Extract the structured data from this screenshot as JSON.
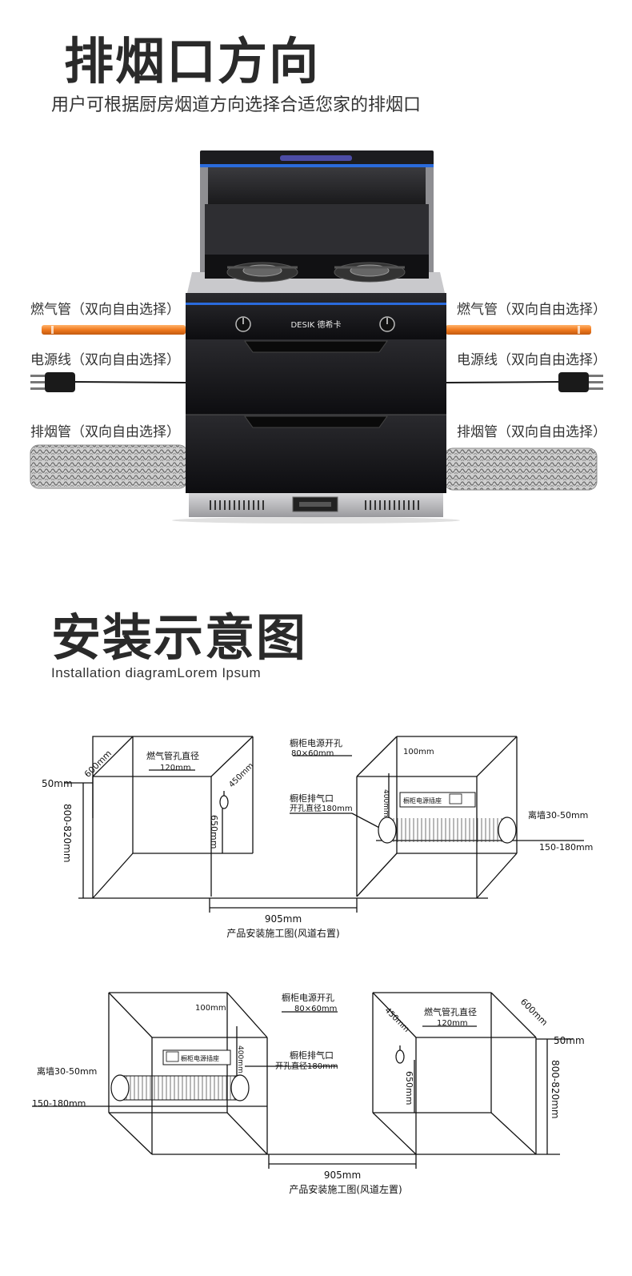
{
  "section1": {
    "title": "排烟口方向",
    "subtitle": "用户可根据厨房烟道方向选择合适您家的排烟口",
    "left_labels": [
      "燃气管（双向自由选择）",
      "电源线（双向自由选择）",
      "排烟管（双向自由选择）"
    ],
    "right_labels": [
      "燃气管（双向自由选择）",
      "电源线（双向自由选择）",
      "排烟管（双向自由选择）"
    ],
    "brand": "DESIK 德希卡"
  },
  "section2": {
    "title": "安装示意图",
    "subtitle": "Installation diagramLorem Ipsum"
  },
  "diagram1": {
    "depth": "600mm",
    "top_gap": "50mm",
    "height": "800-820mm",
    "gas_hole": "燃气管孔直径",
    "gas_hole_size": "120mm",
    "gas_offset": "450mm",
    "gas_height": "650mm",
    "power_hole": "橱柜电源开孔",
    "power_hole_size": "80×60mm",
    "power_offset": "100mm",
    "socket_height": "400mm",
    "socket_label": "橱柜电源插座",
    "exhaust_hole": "橱柜排气口",
    "exhaust_size": "开孔直径180mm",
    "wall_gap": "离墙30-50mm",
    "exhaust_height": "150-180mm",
    "width": "905mm",
    "caption": "产品安装施工图(风道右置)"
  },
  "diagram2": {
    "power_offset": "100mm",
    "power_hole": "橱柜电源开孔",
    "power_hole_size": "80×60mm",
    "socket_label": "橱柜电源插座",
    "socket_height": "400mm",
    "exhaust_hole": "橱柜排气口",
    "exhaust_size": "开孔直径180mm",
    "wall_gap": "离墙30-50mm",
    "exhaust_height": "150-180mm",
    "gas_hole": "燃气管孔直径",
    "gas_hole_size": "120mm",
    "gas_offset": "450mm",
    "depth": "600mm",
    "top_gap": "50mm",
    "gas_height": "650mm",
    "height": "800-820mm",
    "width": "905mm",
    "caption": "产品安装施工图(风道左置)"
  }
}
